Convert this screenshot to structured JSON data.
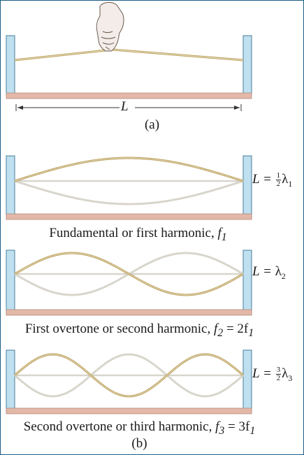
{
  "panel_a": {
    "length_label": "L",
    "label": "(a)"
  },
  "modes": [
    {
      "equation_lhs": "L",
      "equation_rhs_num": "1",
      "equation_rhs_den": "2",
      "equation_lambda": "λ",
      "equation_sub": "1",
      "caption_text": "Fundamental or first harmonic, ",
      "caption_var": "f",
      "caption_sub": "1",
      "caption_tail": "",
      "loops": 1
    },
    {
      "equation_lhs": "L",
      "equation_rhs_num": "",
      "equation_rhs_den": "",
      "equation_lambda": "λ",
      "equation_sub": "2",
      "caption_text": "First overtone or second harmonic, ",
      "caption_var": "f",
      "caption_sub": "2",
      "caption_tail": " = 2f",
      "caption_tail_sub": "1",
      "loops": 2
    },
    {
      "equation_lhs": "L",
      "equation_rhs_num": "3",
      "equation_rhs_den": "2",
      "equation_lambda": "λ",
      "equation_sub": "3",
      "caption_text": "Second overtone or third harmonic, ",
      "caption_var": "f",
      "caption_sub": "3",
      "caption_tail": " = 3f",
      "caption_tail_sub": "1",
      "loops": 3
    }
  ],
  "panel_b": {
    "label": "(b)"
  },
  "colors": {
    "post": "#bfe0f0",
    "post_edge": "#4a7e9a",
    "base": "#e3b8a8",
    "string": "#b89f5f",
    "ghost": "#d8d6cc"
  }
}
